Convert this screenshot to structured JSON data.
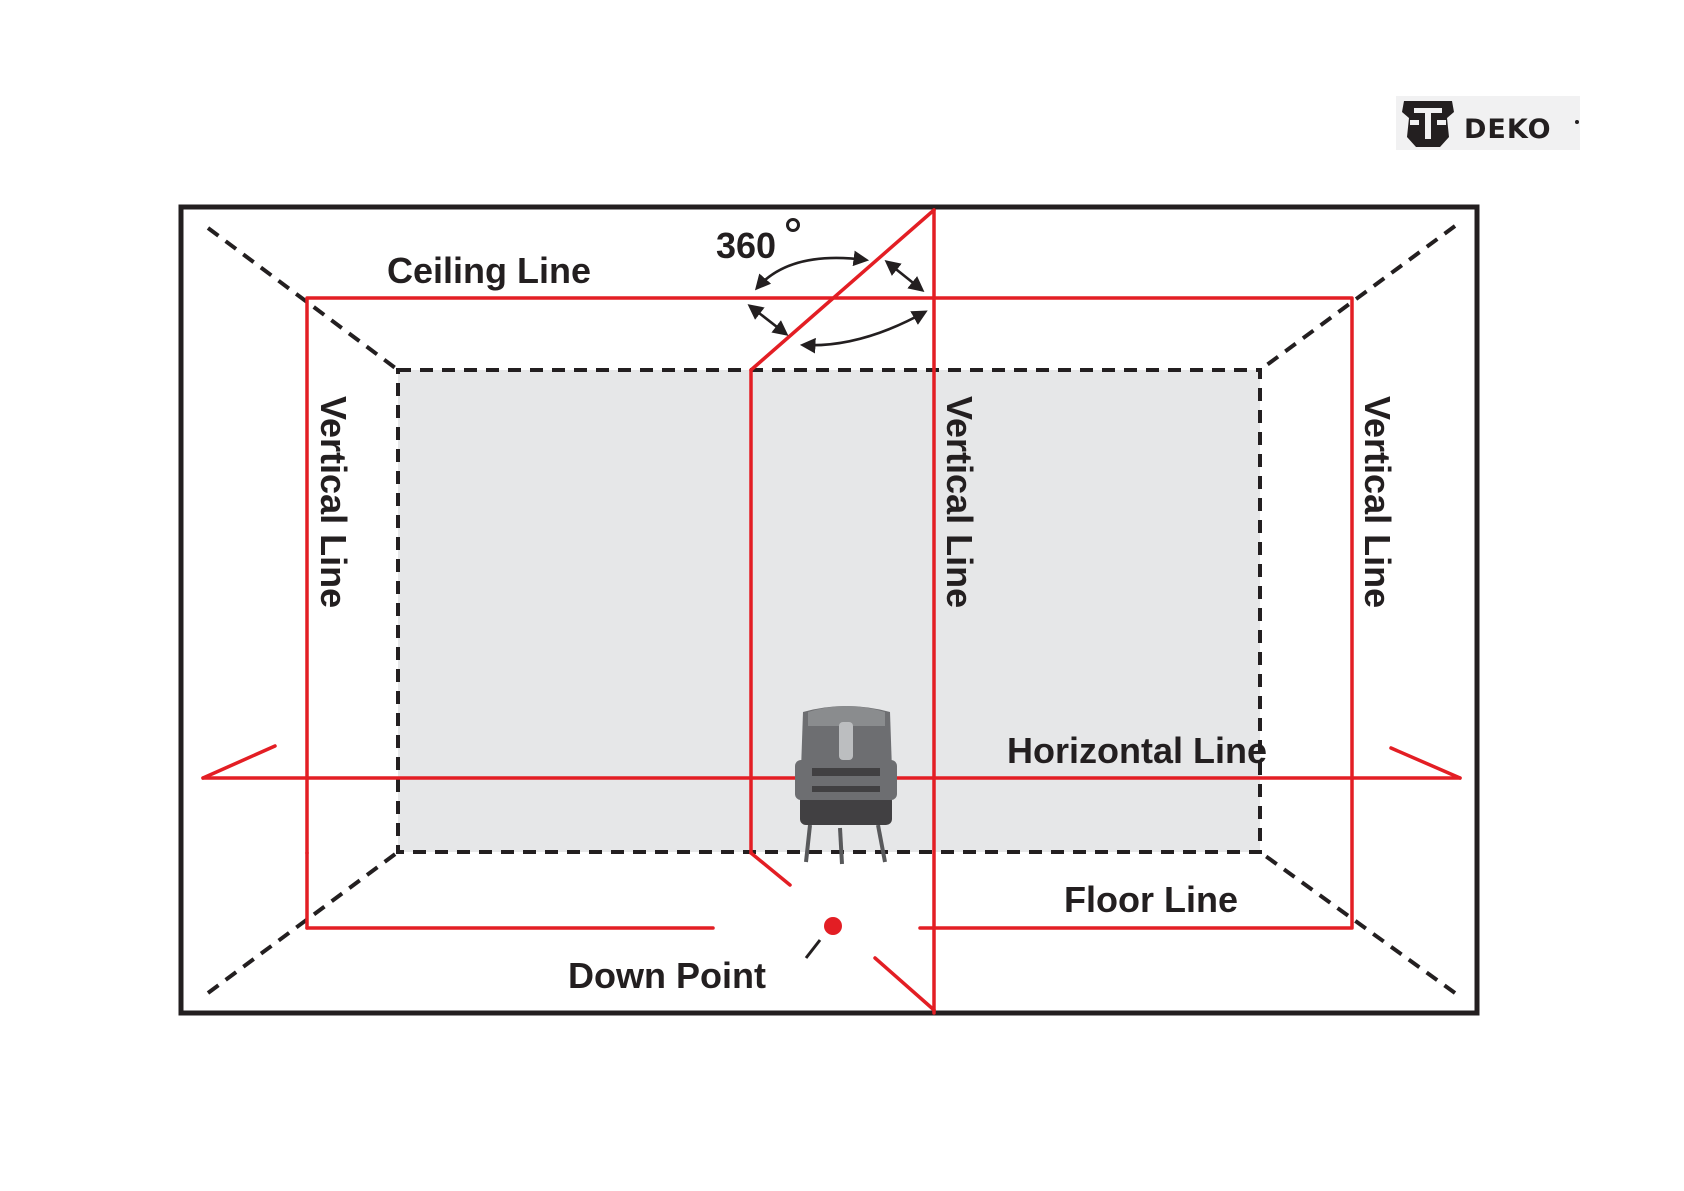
{
  "brand": {
    "name": "DEKO"
  },
  "labels": {
    "ceiling_line": "Ceiling Line",
    "rotation": "360",
    "vertical_line_left": "Vertical Line",
    "vertical_line_center": "Vertical Line",
    "vertical_line_right": "Vertical Line",
    "horizontal_line": "Horizontal Line",
    "floor_line": "Floor Line",
    "down_point": "Down Point"
  },
  "colors": {
    "laser": "#e31e24",
    "outline": "#231f20",
    "back_wall": "#e6e7e8",
    "device_body": "#6d6e71"
  },
  "icons": {
    "brand_logo": "deko-mask-icon",
    "device": "laser-level-device-icon"
  }
}
